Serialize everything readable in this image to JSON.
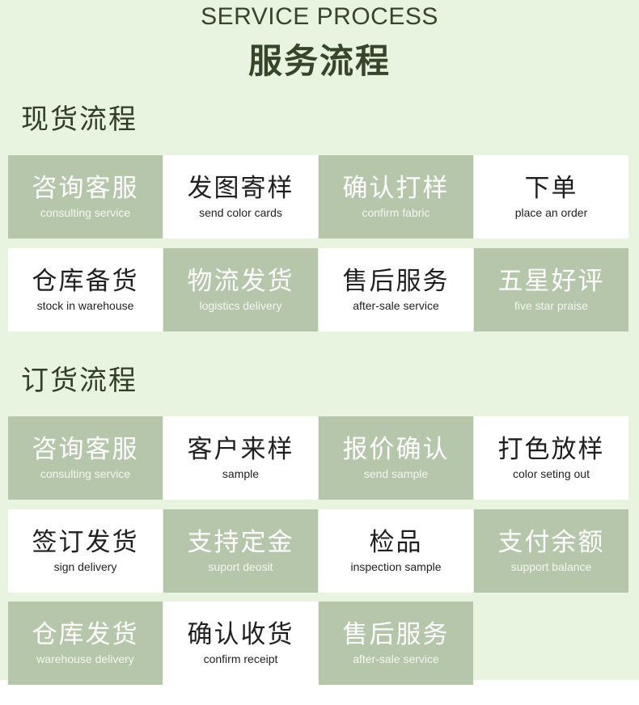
{
  "header": {
    "en_title": "SERVICE PROCESS",
    "cn_title": "服务流程"
  },
  "sections": [
    {
      "title": "现货流程",
      "steps": [
        {
          "cn": "咨询客服",
          "en": "consulting service"
        },
        {
          "cn": "发图寄样",
          "en": "send color cards"
        },
        {
          "cn": "确认打样",
          "en": "confirm fabric"
        },
        {
          "cn": "下单",
          "en": "place an order"
        },
        {
          "cn": "仓库备货",
          "en": "stock in warehouse"
        },
        {
          "cn": "物流发货",
          "en": "logistics delivery"
        },
        {
          "cn": "售后服务",
          "en": "after-sale service"
        },
        {
          "cn": "五星好评",
          "en": "five star praise"
        }
      ]
    },
    {
      "title": "订货流程",
      "steps": [
        {
          "cn": "咨询客服",
          "en": "consulting service"
        },
        {
          "cn": "客户来样",
          "en": "sample"
        },
        {
          "cn": "报价确认",
          "en": "send sample"
        },
        {
          "cn": "打色放样",
          "en": "color seting out"
        },
        {
          "cn": "签订发货",
          "en": "sign delivery"
        },
        {
          "cn": "支持定金",
          "en": "suport deosit"
        },
        {
          "cn": "检品",
          "en": "inspection sample"
        },
        {
          "cn": "支付余额",
          "en": "support balance"
        },
        {
          "cn": "仓库发货",
          "en": "warehouse delivery"
        },
        {
          "cn": "确认收货",
          "en": "confirm receipt"
        },
        {
          "cn": "售后服务",
          "en": "after-sale service"
        }
      ]
    }
  ],
  "colors": {
    "accent_green": "#b6c6ab",
    "background": "#e8f3e0",
    "title_text": "#35462b"
  }
}
